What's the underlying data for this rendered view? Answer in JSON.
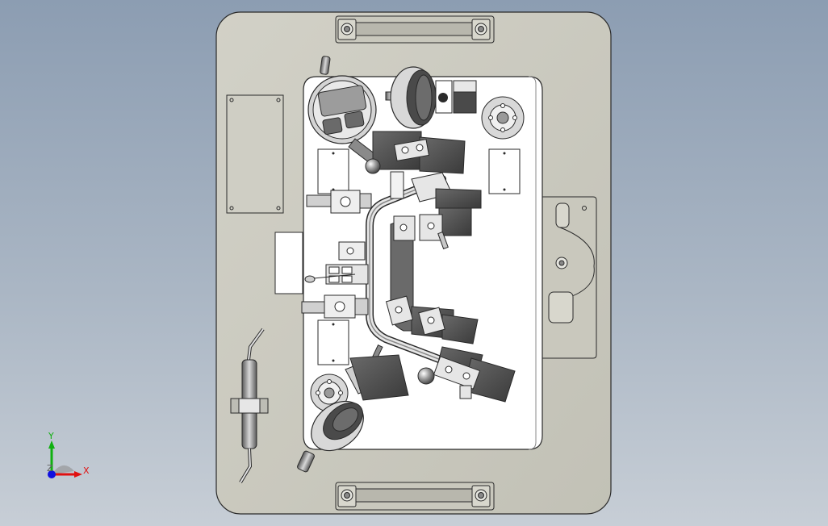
{
  "viewport": {
    "background_top": "#8c9db2",
    "background_bottom": "#c7ced6"
  },
  "triad": {
    "x_label": "X",
    "y_label": "Y",
    "z_label": "Z",
    "x_color": "#e01010",
    "y_color": "#10b010",
    "z_color": "#1010e0"
  },
  "model": {
    "base_plate_color": "#c9c8bd",
    "inner_plate_color": "#ffffff",
    "edge_color": "#2a2a2a",
    "dark_block_color": "#4a4a4a",
    "mid_gray_color": "#a9a9a4"
  }
}
